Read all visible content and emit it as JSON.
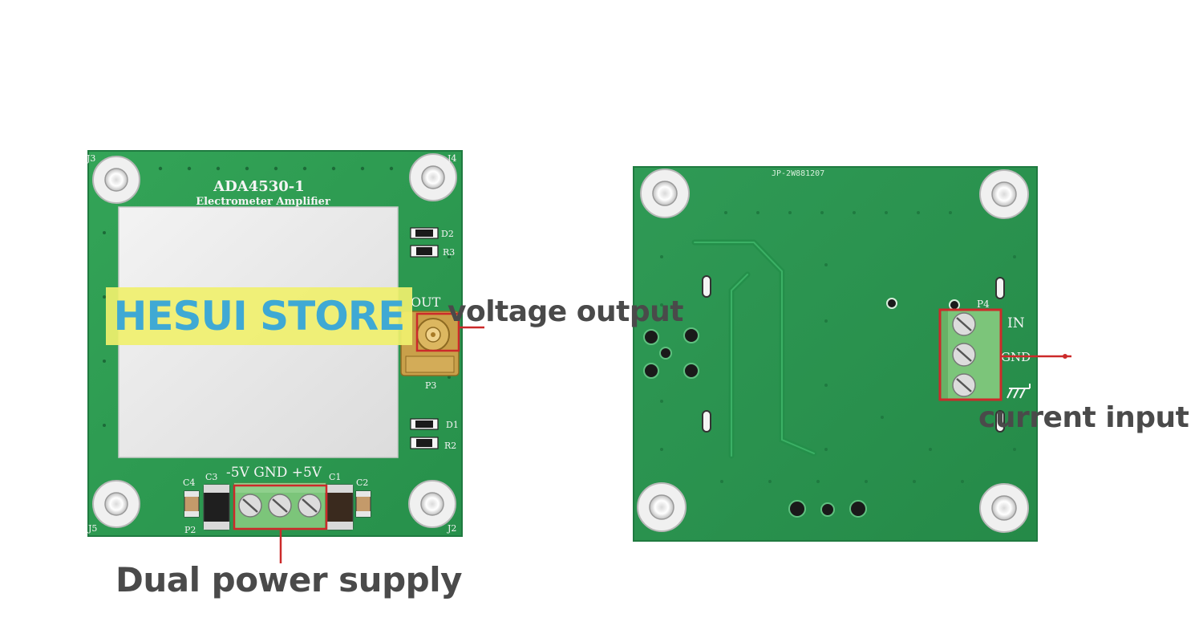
{
  "front_board": {
    "title": "ADA4530-1",
    "subtitle": "Electrometer Amplifier",
    "corner_labels": [
      "J3",
      "J4",
      "J5",
      "J2"
    ],
    "component_labels": {
      "d2": "D2",
      "r3": "R3",
      "out": "OUT",
      "p3": "P3",
      "d1": "D1",
      "r2": "R2",
      "c4": "C4",
      "c3": "C3",
      "c1": "C1",
      "c2": "C2",
      "p2": "P2"
    },
    "power_labels": "-5V GND +5V"
  },
  "back_board": {
    "silkscreen": "JP-2W881207",
    "connector_label": "P4",
    "pin_labels": [
      "IN",
      "GND"
    ]
  },
  "callouts": {
    "voltage_output": "voltage output",
    "dual_power_supply": "Dual power supply",
    "current_input": "current input"
  },
  "watermark": "HESUI STORE",
  "colors": {
    "pcb_green": "#2e9a52",
    "pcb_edge": "#25844a",
    "shield": "#ececec",
    "terminal_green": "#7cc57a",
    "callout_red": "#cc2a2a",
    "watermark_bg": "#f0f06e",
    "watermark_text": "#3fa9d4"
  }
}
